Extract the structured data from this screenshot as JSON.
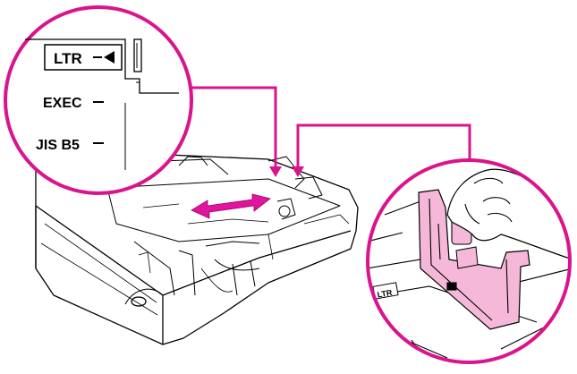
{
  "labels": {
    "ltr_scale": "LTR",
    "exec_scale": "EXEC",
    "jisb5_scale": "JIS B5",
    "ltr_tray_mark": "LTR"
  },
  "colors": {
    "callout": "#d9148c",
    "highlight": "#f5b8d8",
    "arrow": "#e0159b",
    "line": "#000000"
  },
  "icons": {
    "direction_arrow": "double-headed-arrow",
    "pointer_marker": "left-pointing-triangle"
  }
}
